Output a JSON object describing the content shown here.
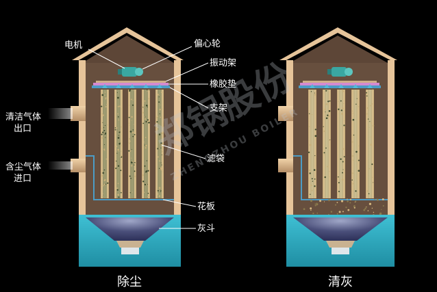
{
  "labels": {
    "motor": "电机",
    "eccentric": "偏心轮",
    "vibration_frame": "振动架",
    "rubber_pad": "橡胶垫",
    "support": "支架",
    "clean_outlet": [
      "清洁气体",
      "出口"
    ],
    "dusty_inlet": [
      "含尘气体",
      "进口"
    ],
    "filter_bag": "滤袋",
    "flower_plate": "花板",
    "ash_hopper": "灰斗"
  },
  "captions": {
    "left": "除尘",
    "right": "清灰"
  },
  "watermark": {
    "cn": "郑锅股份",
    "en": "ZHENGZHOU BOILER"
  },
  "colors": {
    "shell": "#e6c49a",
    "interior": "#7a5d49",
    "hopper": "#39b6c9",
    "bag_light": "#e3c898",
    "bag_dark": "#4c5a3e",
    "rubber_pad": "#d48ad0",
    "frame": "#4c9cc6",
    "motor": "#3aa7a1"
  }
}
